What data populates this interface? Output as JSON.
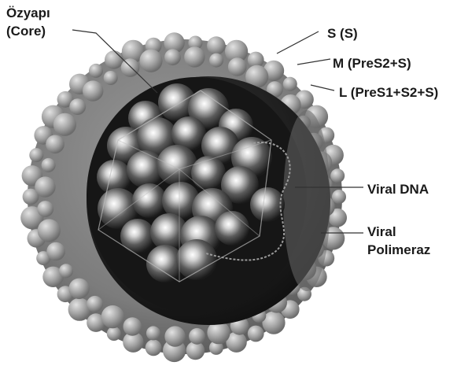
{
  "labels": {
    "core_line1": "Özyapı",
    "core_line2": "(Core)",
    "s": "S (S)",
    "m": "M (PreS2+S)",
    "l": "L (PreS1+S2+S)",
    "viral_dna": "Viral DNA",
    "polymerase_line1": "Viral",
    "polymerase_line2": "Polimeraz"
  },
  "colors": {
    "background": "#ffffff",
    "envelope": "#8a8a8a",
    "core_interior": "#1e1e1e",
    "label_text": "#1a1a1a"
  }
}
